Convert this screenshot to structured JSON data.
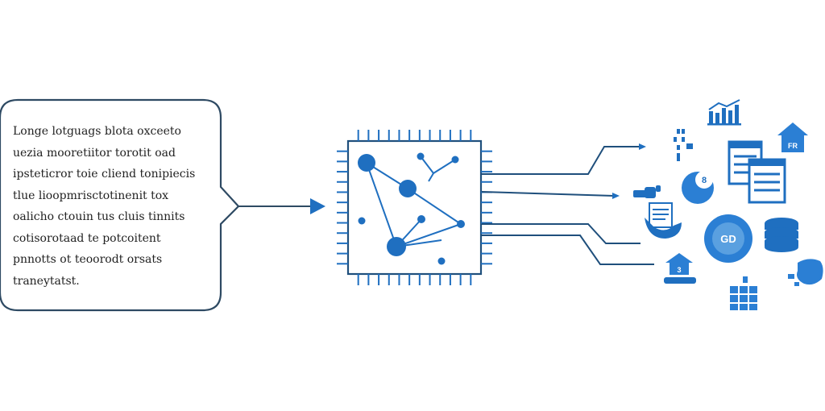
{
  "callout": {
    "lines": [
      "Longe lotguags blota oxceeto",
      "uezia mooretiitor torotit oad",
      "ipsteticror toie cliend tonipiecis",
      "tlue lioopmrisctotinenit tox",
      "oalicho ctouin tus cluis tinnits",
      "cotisorotaad te potcoitent",
      "pnnotts ot teoorodt orsats",
      "traneytatst."
    ]
  },
  "icons": {
    "chart": "bar-chart-icon",
    "home": "home-icon",
    "cursor": "cursor-icon",
    "documents": "document-stack-icon",
    "eye": "eye-icon",
    "hand": "hand-icon",
    "document_hand": "document-hand-icon",
    "globe_badge": "globe-badge-icon",
    "database": "database-icon",
    "house_hand": "house-hand-icon",
    "grid": "grid-icon",
    "world_map": "world-map-icon"
  },
  "badge_labels": {
    "home": "FR",
    "eye": "8",
    "globe": "GD",
    "house": "3"
  },
  "colors": {
    "primary": "#1f6fc0",
    "accent": "#2b7fd4",
    "text": "#222222",
    "border": "#2e4a63"
  }
}
